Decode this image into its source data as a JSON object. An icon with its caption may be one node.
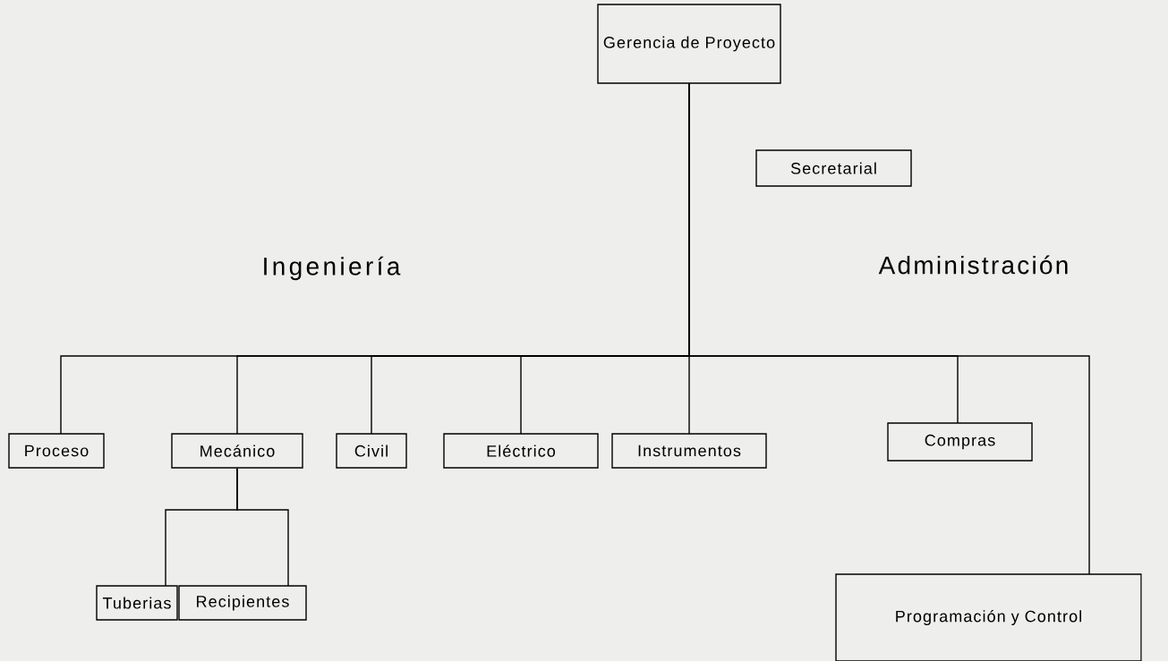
{
  "diagram": {
    "nodes": [
      {
        "text": [
          "Gerencia de Proyecto"
        ]
      },
      {
        "text": [
          "Secretarial"
        ]
      },
      {
        "text": [
          "Proceso"
        ]
      },
      {
        "text": [
          "Mecánico"
        ]
      },
      {
        "text": [
          "Civil"
        ]
      },
      {
        "text": [
          "Eléctrico"
        ]
      },
      {
        "text": [
          "Instrumentos"
        ]
      },
      {
        "text": [
          "Compras"
        ]
      },
      {
        "text": [
          "Tuberias"
        ]
      },
      {
        "text": [
          "Recipientes"
        ]
      },
      {
        "text": [
          "Programación y Control"
        ]
      }
    ],
    "edges": [
      {
        "from": 0,
        "to": 2,
        "arrow": "none"
      },
      {
        "from": 0,
        "to": 3,
        "arrow": "none"
      },
      {
        "from": 0,
        "to": 4,
        "arrow": "none"
      },
      {
        "from": 0,
        "to": 5,
        "arrow": "none"
      },
      {
        "from": 0,
        "to": 6,
        "arrow": "none"
      },
      {
        "from": 0,
        "to": 7,
        "arrow": "none"
      },
      {
        "from": 0,
        "to": 10,
        "arrow": "none"
      },
      {
        "from": 3,
        "to": 8,
        "arrow": "none"
      },
      {
        "from": 3,
        "to": 9,
        "arrow": "none"
      }
    ],
    "labels": [
      "Ingeniería",
      "Administración"
    ]
  }
}
